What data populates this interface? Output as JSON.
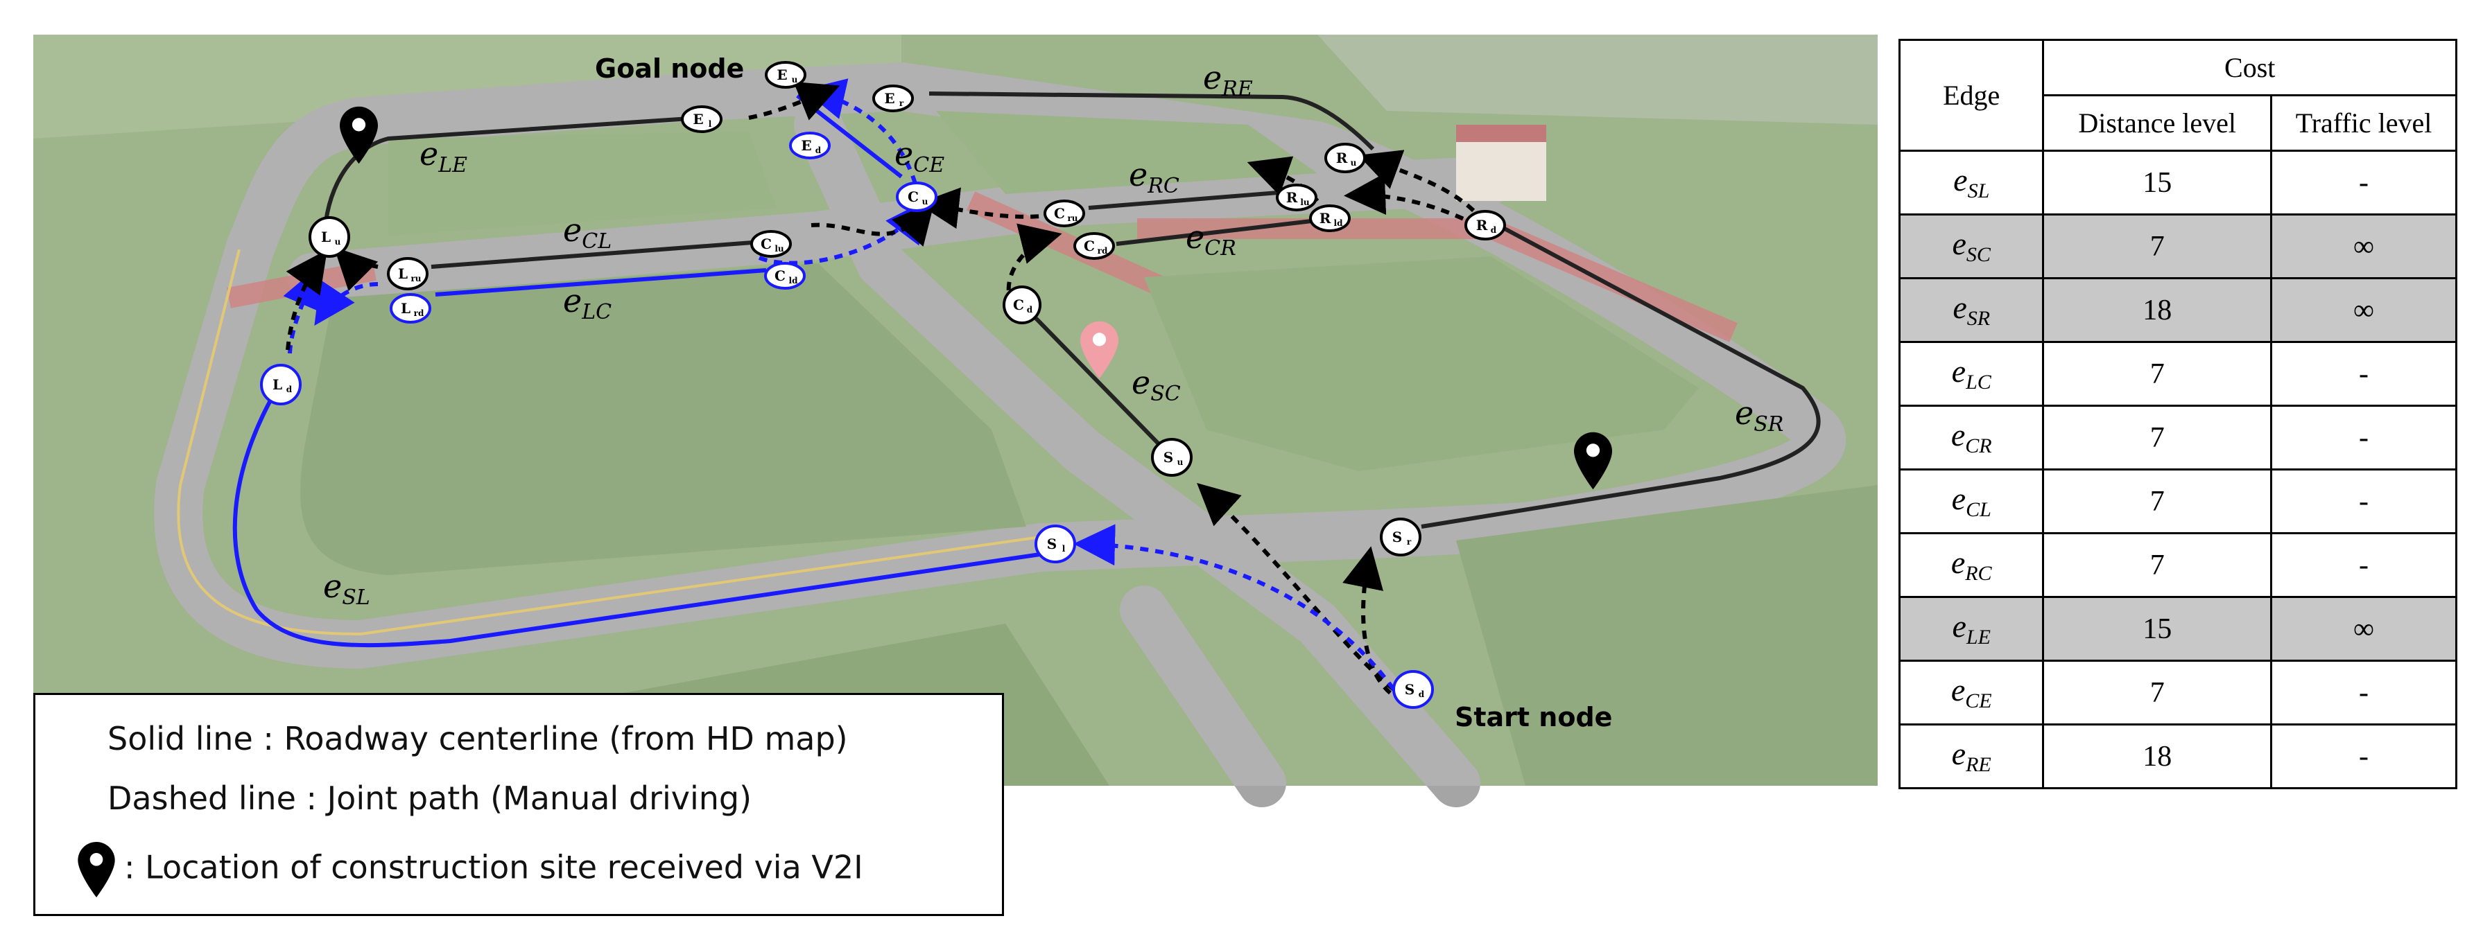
{
  "photo": {
    "labels": {
      "goal": "Goal node",
      "start": "Start node"
    },
    "edges": {
      "e_RE": {
        "main": "e",
        "sub": "RE"
      },
      "e_LE": {
        "main": "e",
        "sub": "LE"
      },
      "e_CE": {
        "main": "e",
        "sub": "CE"
      },
      "e_RC": {
        "main": "e",
        "sub": "RC"
      },
      "e_CL": {
        "main": "e",
        "sub": "CL"
      },
      "e_CR": {
        "main": "e",
        "sub": "CR"
      },
      "e_LC": {
        "main": "e",
        "sub": "LC"
      },
      "e_SC": {
        "main": "e",
        "sub": "SC"
      },
      "e_SR": {
        "main": "e",
        "sub": "SR"
      },
      "e_SL": {
        "main": "e",
        "sub": "SL"
      }
    },
    "nodes": {
      "E_u": "E",
      "E_l": "E",
      "E_r": "E",
      "E_d": "E",
      "C_u": "C",
      "C_lu": "C",
      "C_ld": "C",
      "C_ru": "C",
      "C_rd": "C",
      "C_d": "C",
      "L_u": "L",
      "L_ru": "L",
      "L_rd": "L",
      "L_d": "L",
      "R_u": "R",
      "R_lu": "R",
      "R_ld": "R",
      "R_d": "R",
      "S_u": "S",
      "S_l": "S",
      "S_r": "S",
      "S_d": "S"
    },
    "node_subs": {
      "E_u": "u",
      "E_l": "l",
      "E_r": "r",
      "E_d": "d",
      "C_u": "u",
      "C_lu": "lu",
      "C_ld": "ld",
      "C_ru": "ru",
      "C_rd": "rd",
      "C_d": "d",
      "L_u": "u",
      "L_ru": "ru",
      "L_rd": "rd",
      "L_d": "d",
      "R_u": "u",
      "R_lu": "lu",
      "R_ld": "ld",
      "R_d": "d",
      "S_u": "u",
      "S_l": "l",
      "S_r": "r",
      "S_d": "d"
    },
    "colors": {
      "blue": "#1a1aff",
      "black": "#000000",
      "pink_pin": "#f2a0a8",
      "grass": "#8faa78",
      "road": "#9a9a9a",
      "red_lane": "#c96a6a"
    }
  },
  "legend": {
    "solid": "Solid line : Roadway centerline (from HD map)",
    "dashed": "Dashed line : Joint path (Manual driving)",
    "pin": ": Location of construction site received via V2I"
  },
  "table": {
    "header_edge": "Edge",
    "header_cost": "Cost",
    "header_distance": "Distance level",
    "header_traffic": "Traffic level",
    "rows": [
      {
        "edge": "e",
        "sub": "SL",
        "distance": "15",
        "traffic": "-",
        "shaded": false
      },
      {
        "edge": "e",
        "sub": "SC",
        "distance": "7",
        "traffic": "∞",
        "shaded": true
      },
      {
        "edge": "e",
        "sub": "SR",
        "distance": "18",
        "traffic": "∞",
        "shaded": true
      },
      {
        "edge": "e",
        "sub": "LC",
        "distance": "7",
        "traffic": "-",
        "shaded": false
      },
      {
        "edge": "e",
        "sub": "CR",
        "distance": "7",
        "traffic": "-",
        "shaded": false
      },
      {
        "edge": "e",
        "sub": "CL",
        "distance": "7",
        "traffic": "-",
        "shaded": false
      },
      {
        "edge": "e",
        "sub": "RC",
        "distance": "7",
        "traffic": "-",
        "shaded": false
      },
      {
        "edge": "e",
        "sub": "LE",
        "distance": "15",
        "traffic": "∞",
        "shaded": true
      },
      {
        "edge": "e",
        "sub": "CE",
        "distance": "7",
        "traffic": "-",
        "shaded": false
      },
      {
        "edge": "e",
        "sub": "RE",
        "distance": "18",
        "traffic": "-",
        "shaded": false
      }
    ]
  }
}
